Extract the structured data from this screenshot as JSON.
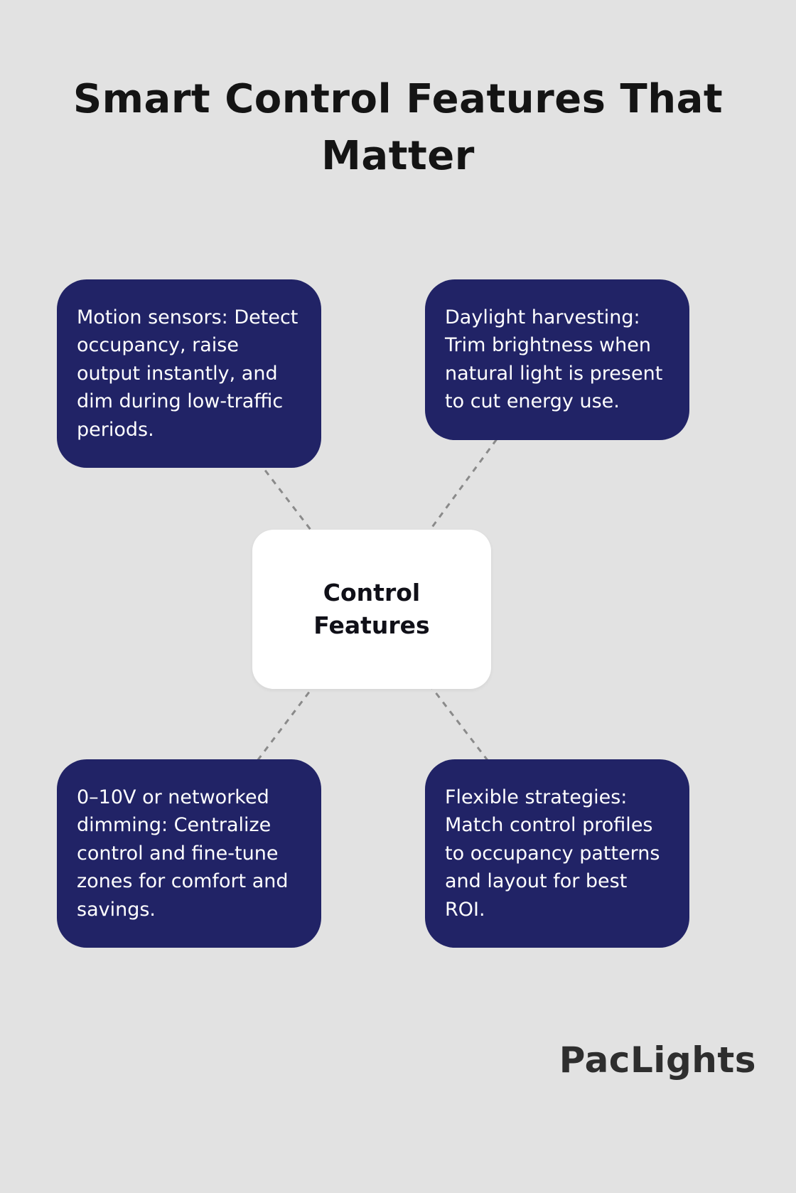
{
  "page": {
    "title": "Smart Control Features That Matter",
    "background_color": "#e2e2e2"
  },
  "diagram": {
    "center": {
      "label": "Control\nFeatures",
      "bg_color": "#ffffff",
      "text_color": "#101018"
    },
    "nodes": [
      {
        "id": "motion-sensors",
        "position": "top-left",
        "text": "Motion sensors: Detect occupancy, raise output instantly, and dim during low-traffic periods."
      },
      {
        "id": "daylight-harvesting",
        "position": "top-right",
        "text": "Daylight harvesting: Trim brightness when natural light is present to cut energy use."
      },
      {
        "id": "dimming",
        "position": "bottom-left",
        "text": "0–10V or networked dimming: Centralize control and fine-tune zones for comfort and savings."
      },
      {
        "id": "flexible-strategies",
        "position": "bottom-right",
        "text": "Flexible strategies: Match control profiles to occupancy patterns and layout for best ROI."
      }
    ],
    "colors": {
      "node_bg": "#212366",
      "node_text": "#ffffff",
      "connector": "#8a8a8a"
    }
  },
  "footer": {
    "brand": "PacLights"
  }
}
